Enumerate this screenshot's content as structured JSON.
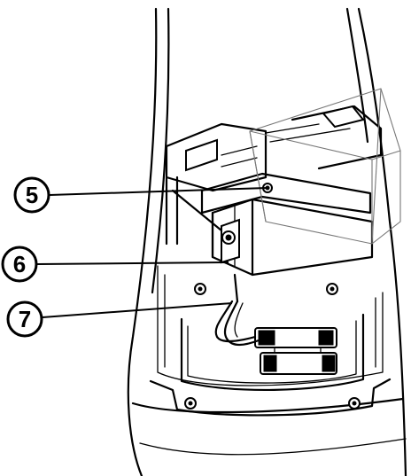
{
  "callouts": [
    {
      "id": "callout-5",
      "label": "5"
    },
    {
      "id": "callout-6",
      "label": "6"
    },
    {
      "id": "callout-7",
      "label": "7"
    }
  ]
}
